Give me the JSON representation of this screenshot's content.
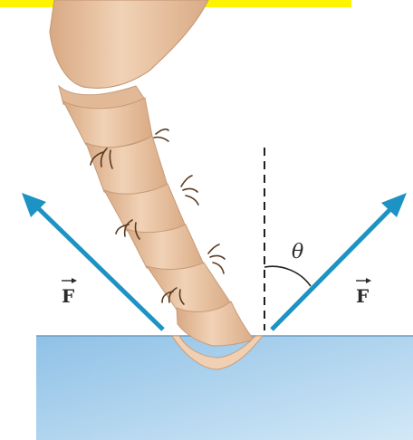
{
  "labels": {
    "force_left": "F",
    "force_right": "F",
    "angle": "θ"
  },
  "colors": {
    "water_top": "#9fcbea",
    "water_bottom": "#c7e1f4",
    "water_line": "#5a8fb8",
    "arrow": "#1d93c4",
    "leg": "#e9c3a2",
    "leg_shadow": "#c99b78",
    "bristle": "#5b3a22",
    "highlight_bar": "#fff400",
    "label": "#2a2a2a"
  },
  "icons": {
    "arrow_left": "force-arrow-left",
    "arrow_right": "force-arrow-right",
    "vector_sign": "vector-arrow"
  }
}
